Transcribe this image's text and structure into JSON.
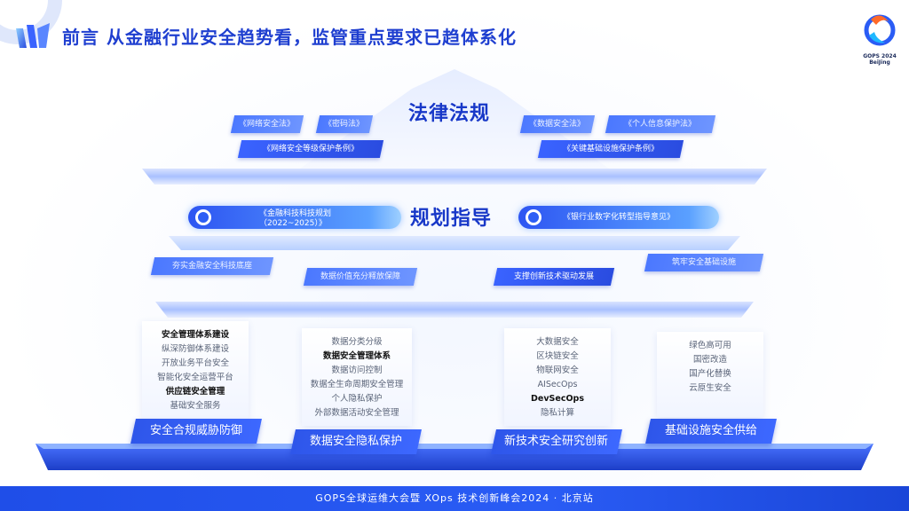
{
  "header": {
    "title": "前言 从金融行业安全趋势看，监管重点要求已趋体系化",
    "gops_logo": {
      "line1": "GOPS 2024",
      "line2": "BeiJing"
    }
  },
  "laws": {
    "title": "法律法规",
    "items": [
      "《网络安全法》",
      "《密码法》",
      "《数据安全法》",
      "《个人信息保护法》",
      "《网络安全等级保护条例》",
      "《关键基础设施保护条例》"
    ]
  },
  "guidance": {
    "title": "规划指导",
    "left_bar": {
      "line1": "《金融科技科技规划",
      "line2": "（2022~2025）》"
    },
    "right_bar": "《银行业数字化转型指导意见》",
    "items": [
      "夯实金融安全科技底座",
      "数据价值充分释放保障",
      "支撑创新技术驱动发展",
      "筑牢安全基础设施"
    ]
  },
  "pillars": [
    {
      "label": "安全合规威胁防御",
      "items": [
        {
          "text": "安全管理体系建设",
          "bold": true
        },
        {
          "text": "纵深防御体系建设",
          "bold": false
        },
        {
          "text": "开放业务平台安全",
          "bold": false
        },
        {
          "text": "智能化安全运营平台",
          "bold": false
        },
        {
          "text": "供应链安全管理",
          "bold": true
        },
        {
          "text": "基础安全服务",
          "bold": false
        }
      ]
    },
    {
      "label": "数据安全隐私保护",
      "items": [
        {
          "text": "数据分类分级",
          "bold": false
        },
        {
          "text": "数据安全管理体系",
          "bold": true
        },
        {
          "text": "数据访问控制",
          "bold": false
        },
        {
          "text": "数据全生命周期安全管理",
          "bold": false
        },
        {
          "text": "个人隐私保护",
          "bold": false
        },
        {
          "text": "外部数据活动安全管理",
          "bold": false
        }
      ]
    },
    {
      "label": "新技术安全研究创新",
      "items": [
        {
          "text": "大数据安全",
          "bold": false
        },
        {
          "text": "区块链安全",
          "bold": false
        },
        {
          "text": "物联网安全",
          "bold": false
        },
        {
          "text": "AISecOps",
          "bold": false
        },
        {
          "text": "DevSecOps",
          "bold": true
        },
        {
          "text": "隐私计算",
          "bold": false
        }
      ]
    },
    {
      "label": "基础设施安全供给",
      "items": [
        {
          "text": "绿色高可用",
          "bold": false
        },
        {
          "text": "国密改造",
          "bold": false
        },
        {
          "text": "国产化替换",
          "bold": false
        },
        {
          "text": "云原生安全",
          "bold": false
        }
      ]
    }
  ],
  "footer": {
    "text": "GOPS全球运维大会暨 XOps 技术创新峰会2024 · 北京站"
  },
  "colors": {
    "brand_blue": "#1f3fd0",
    "chip_blue": "#3a63ff",
    "footer_blue": "#2a5cf5"
  }
}
